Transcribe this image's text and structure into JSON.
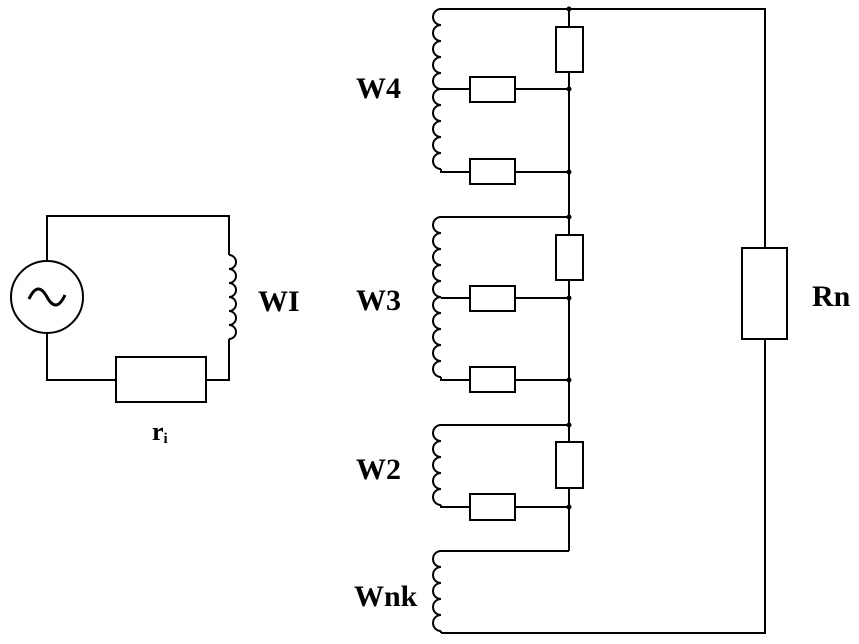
{
  "labels": {
    "w1": "WI",
    "ri_main": "r",
    "ri_sub": "i",
    "w4": "W4",
    "w3": "W3",
    "w2": "W2",
    "wnk": "Wnk",
    "rn": "Rn"
  },
  "source_symbol": "~",
  "colors": {
    "stroke": "#000000",
    "background": "#ffffff"
  }
}
